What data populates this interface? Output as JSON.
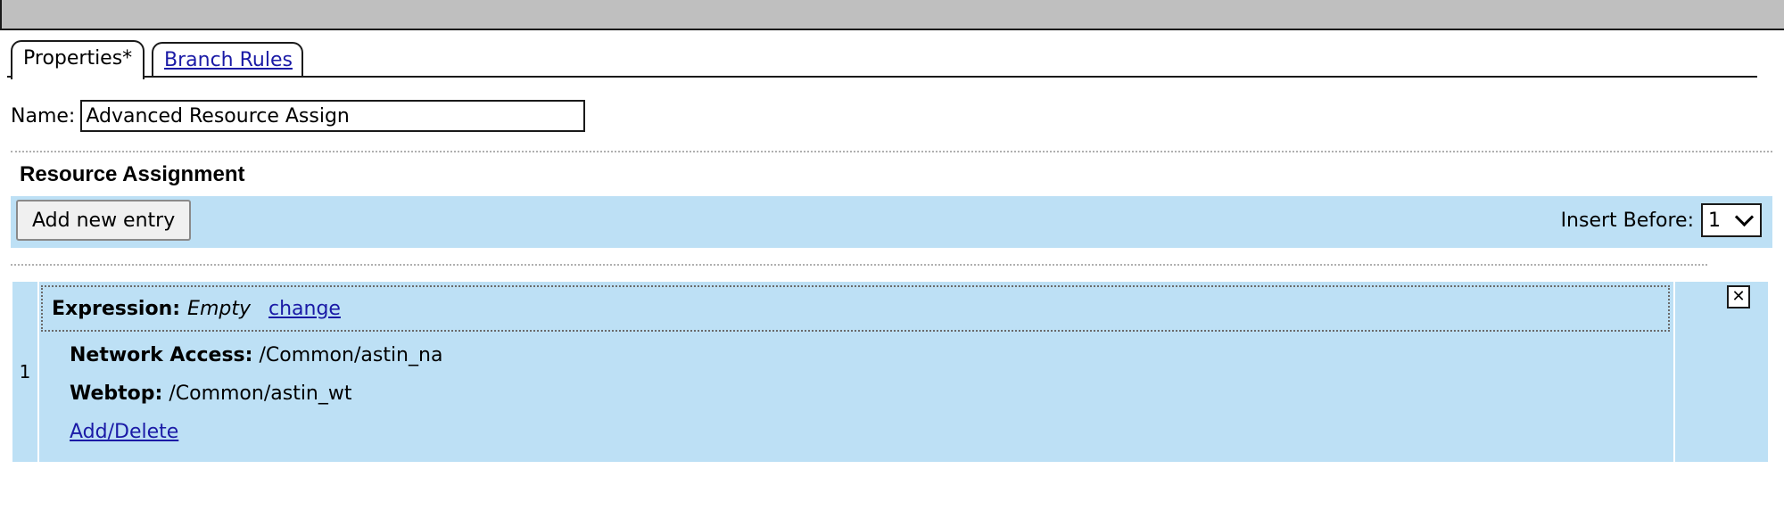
{
  "tabs": [
    {
      "label": "Properties*",
      "active": true
    },
    {
      "label": "Branch Rules",
      "active": false
    }
  ],
  "name_field": {
    "label": "Name:",
    "value": "Advanced Resource Assign"
  },
  "section": {
    "title": "Resource Assignment"
  },
  "toolbar": {
    "add_button_label": "Add new entry",
    "insert_before_label": "Insert Before:",
    "insert_before_value": "1"
  },
  "entries": [
    {
      "index": "1",
      "expression_label": "Expression:",
      "expression_value": "Empty",
      "change_link": "change",
      "resources": [
        {
          "key": "Network Access",
          "sep": ":",
          "value": " /Common/astin_na"
        },
        {
          "key": "Webtop",
          "sep": ":",
          "value": " /Common/astin_wt"
        }
      ],
      "add_delete_link": "Add/Delete",
      "close_glyph": "✕"
    }
  ],
  "colors": {
    "titlebar": "#bfbfbf",
    "panel_bg": "#bde0f5",
    "link": "#1a1aa6"
  },
  "icons": {
    "close": "close-icon",
    "dropdown": "chevron-down-icon"
  }
}
